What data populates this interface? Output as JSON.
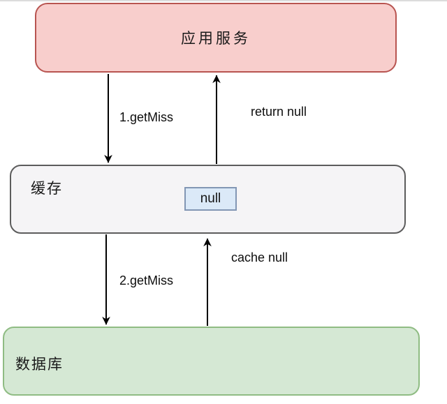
{
  "diagram": {
    "type": "flow-diagram",
    "background": "#ffffff",
    "top_divider_color": "#dcdcdc",
    "arrow_color": "#000000",
    "nodes": {
      "app_service": {
        "label": "应用服务",
        "fill": "#f8cecc",
        "stroke": "#b85450"
      },
      "cache": {
        "label": "缓存",
        "fill": "#f5f4f6",
        "stroke": "#5c5c5c",
        "value_box": {
          "text": "null",
          "fill": "#dbe9f8",
          "stroke": "#8296b4"
        }
      },
      "database": {
        "label": "数据库",
        "fill": "#d5e8d4",
        "stroke": "#8fbc83"
      }
    },
    "edges": [
      {
        "label": "1.getMiss",
        "from": "app_service",
        "to": "cache",
        "direction": "down"
      },
      {
        "label": "return null",
        "from": "cache",
        "to": "app_service",
        "direction": "up"
      },
      {
        "label": "2.getMiss",
        "from": "cache",
        "to": "database",
        "direction": "down"
      },
      {
        "label": "cache null",
        "from": "database",
        "to": "cache",
        "direction": "up"
      }
    ]
  }
}
